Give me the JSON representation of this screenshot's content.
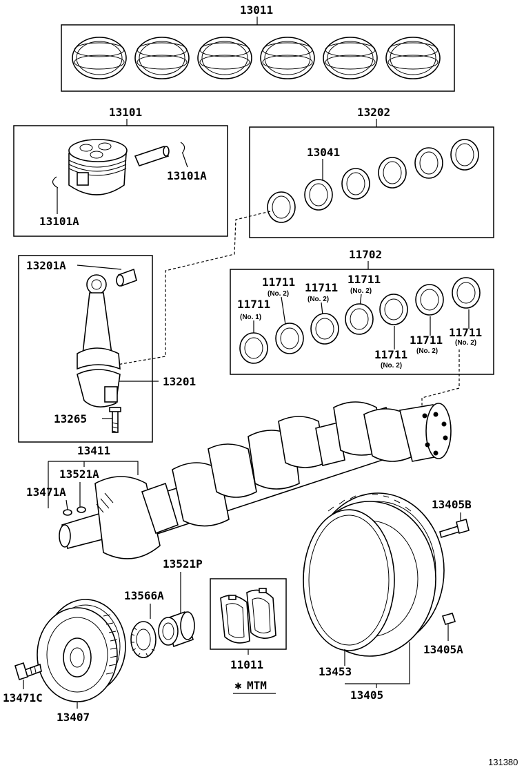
{
  "labels": {
    "rings_set": "13011",
    "piston_set": "13101",
    "snap_ring_right": "13101A",
    "snap_ring_left": "13101A",
    "conrod_bearing_set": "13202",
    "conrod_bearing": "13041",
    "conrod_bushing": "13201A",
    "conrod_assy": "13201",
    "conrod_bolt": "13265",
    "main_bearing_set": "11702",
    "main_bearing_no1": "11711",
    "main_bearing_no1_sub": "(No. 1)",
    "main_bearing_b": "11711",
    "main_bearing_b_sub": "(No. 2)",
    "main_bearing_c": "11711",
    "main_bearing_c_sub": "(No. 2)",
    "main_bearing_d": "11711",
    "main_bearing_d_sub": "(No. 2)",
    "main_bearing_e": "11711",
    "main_bearing_e_sub": "(No. 2)",
    "main_bearing_f": "11711",
    "main_bearing_f_sub": "(No. 2)",
    "main_bearing_g": "11711",
    "main_bearing_g_sub": "(No. 2)",
    "crankshaft": "13411",
    "crank_key_a": "13521A",
    "crank_key_b": "13471A",
    "flywheel_bolt": "13405B",
    "timing_pulley": "13521P",
    "oil_pump_gear": "13566A",
    "thrust_washer": "11011",
    "mtm_note": "MTM",
    "ring_gear": "13453",
    "flywheel": "13405",
    "flywheel_pin": "13405A",
    "pulley_bolt": "13471C",
    "damper_pulley": "13407",
    "figure_ref": "131380"
  },
  "icons": {
    "mtm_marker": "asterisk-icon"
  }
}
